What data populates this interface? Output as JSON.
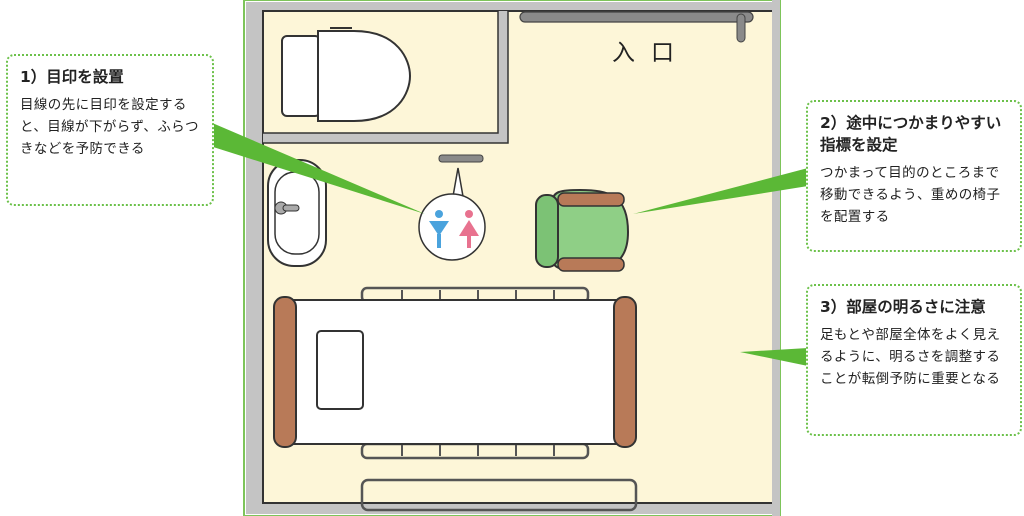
{
  "floor_plan": {
    "entrance_label": "入口",
    "restroom_sign": {
      "icons": [
        "male-restroom-icon",
        "female-restroom-icon"
      ]
    }
  },
  "callouts": [
    {
      "title": "1）目印を設置",
      "body": "目線の先に目印を設定すると、目線が下がらず、ふらつきなどを予防できる"
    },
    {
      "title": "2）途中につかまりやすい指標を設定",
      "body": "つかまって目的のところまで移動できるよう、重めの椅子を配置する"
    },
    {
      "title": "3）部屋の明るさに注意",
      "body": "足もとや部屋全体をよく見えるように、明るさを調整することが転倒予防に重要となる"
    }
  ],
  "colors": {
    "floor": "#fdf6d8",
    "wall": "#c4c4c4",
    "accent_green": "#6cc14a",
    "pointer_green": "#5bb836",
    "chair": "#8fcf86",
    "bed_frame": "#b87a58",
    "male_icon": "#4aa3dd",
    "female_icon": "#e8728f"
  }
}
